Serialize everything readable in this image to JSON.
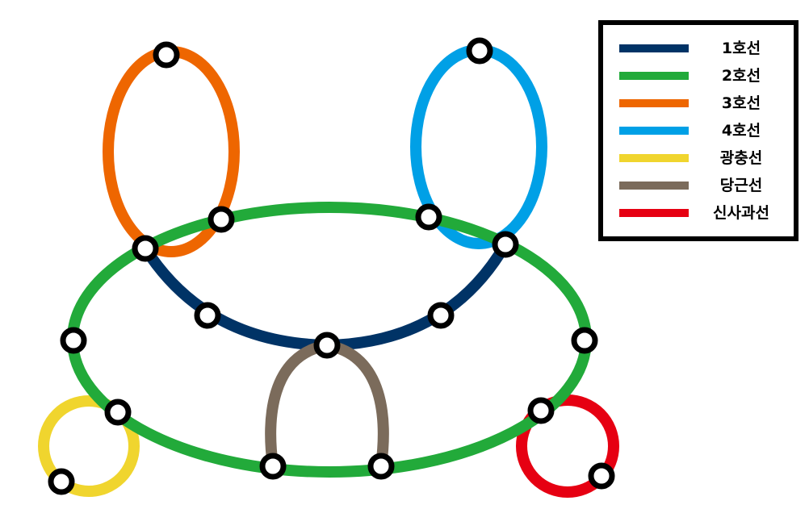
{
  "legend": {
    "items": [
      {
        "label": "1호선",
        "color": "#003366"
      },
      {
        "label": "2호선",
        "color": "#22AA3A"
      },
      {
        "label": "3호선",
        "color": "#EE6600"
      },
      {
        "label": "4호선",
        "color": "#00A0E6"
      },
      {
        "label": "광충선",
        "color": "#F0D52E"
      },
      {
        "label": "당근선",
        "color": "#7B6B5B"
      },
      {
        "label": "신사과선",
        "color": "#E60012"
      }
    ]
  },
  "colors": {
    "line1": "#003366",
    "line2": "#22AA3A",
    "line3": "#EE6600",
    "line4": "#00A0E6",
    "yellow_line": "#F0D52E",
    "brown_line": "#7B6B5B",
    "red_line": "#E60012",
    "station_fill": "#ffffff",
    "station_stroke": "#000000"
  }
}
